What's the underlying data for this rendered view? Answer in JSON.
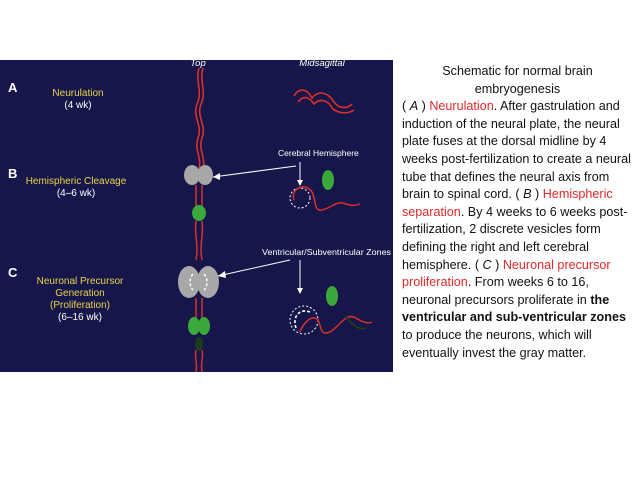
{
  "figure": {
    "columns": {
      "top": "Top",
      "midsagittal": "Midsagittal"
    },
    "panels": [
      {
        "letter": "A",
        "lines": [
          "Neurulation",
          "(4 wk)"
        ]
      },
      {
        "letter": "B",
        "lines": [
          "Hemispheric Cleavage",
          "(4–6 wk)"
        ]
      },
      {
        "letter": "C",
        "lines": [
          "Neuronal Precursor",
          "Generation",
          "(Proliferation)",
          "(6–16 wk)"
        ]
      }
    ],
    "callouts": {
      "cerebral": "Cerebral Hemisphere",
      "zones": "Ventricular/Subventricular Zones"
    },
    "colors": {
      "background": "#17164a",
      "label_yellow": "#e8d44a",
      "tube_red": "#d9302a",
      "vesicle_gray": "#a8a8a8",
      "green": "#3aa83a",
      "pointer_white": "#ffffff"
    }
  },
  "caption": {
    "title": "Schematic for normal brain embryogenesis",
    "a_open": "( ",
    "a_letter": "A",
    "a_close": " ) ",
    "a_head": "Neurulation",
    "a_text": ". After gastrulation and induction of the neural plate, the neural plate fuses at the dorsal midline by 4 weeks post-fertilization to create a neural tube that defines the neural axis from brain to spinal cord.",
    "b_open": "( ",
    "b_letter": "B",
    "b_close": " ) ",
    "b_head": "Hemispheric separation",
    "b_text": ". By 4 weeks to 6 weeks post-fertilization, 2 discrete vesicles form defining the right and left cerebral hemisphere.",
    "c_open": " ( ",
    "c_letter": "C",
    "c_close": " ) ",
    "c_head": "Neuronal precursor proliferation",
    "c_text1": ". From weeks 6 to 16, neuronal precursors proliferate in ",
    "c_bold": "the ventricular and sub-ventricular zones",
    "c_text2": " to produce the neurons, which will eventually invest the gray matter."
  }
}
